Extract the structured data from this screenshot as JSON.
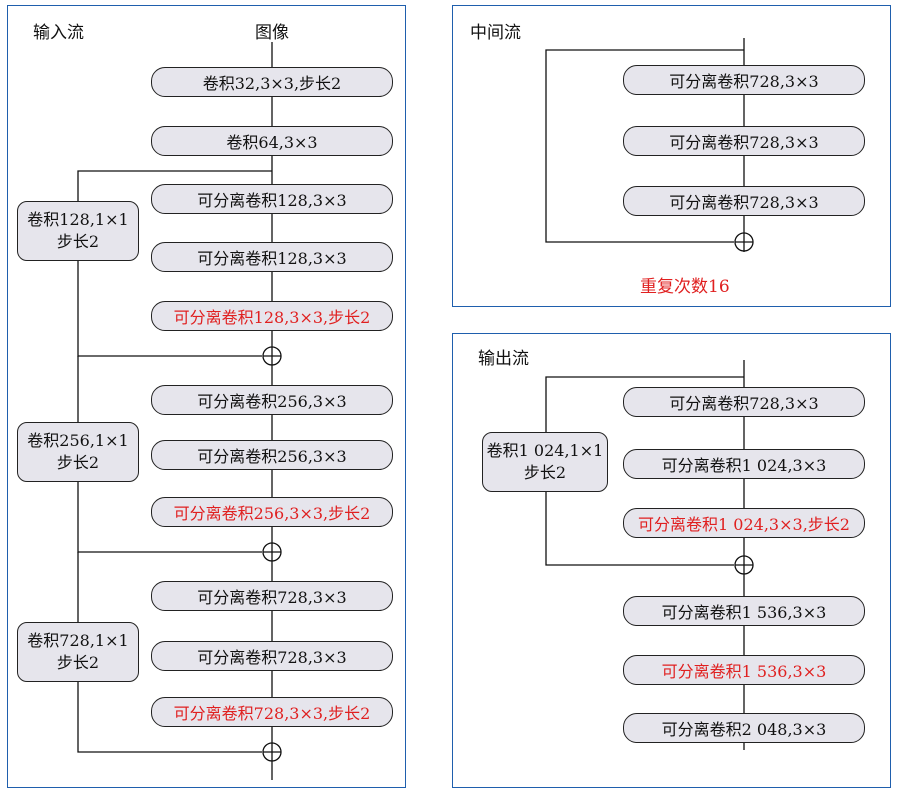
{
  "entry": {
    "title": "输入流",
    "image_label": "图像",
    "boxes": [
      "卷积32,3×3,步长2",
      "卷积64,3×3",
      "可分离卷积128,3×3",
      "可分离卷积128,3×3",
      "可分离卷积128,3×3,步长2",
      "可分离卷积256,3×3",
      "可分离卷积256,3×3",
      "可分离卷积256,3×3,步长2",
      "可分离卷积728,3×3",
      "可分离卷积728,3×3",
      "可分离卷积728,3×3,步长2"
    ],
    "shortcuts": [
      {
        "line1": "卷积128,1×1",
        "line2": "步长2"
      },
      {
        "line1": "卷积256,1×1",
        "line2": "步长2"
      },
      {
        "line1": "卷积728,1×1",
        "line2": "步长2"
      }
    ]
  },
  "middle": {
    "title": "中间流",
    "boxes": [
      "可分离卷积728,3×3",
      "可分离卷积728,3×3",
      "可分离卷积728,3×3"
    ],
    "repeat_note": "重复次数16"
  },
  "exit": {
    "title": "输出流",
    "boxes": [
      "可分离卷积728,3×3",
      "可分离卷积1 024,3×3",
      "可分离卷积1 024,3×3,步长2",
      "可分离卷积1 536,3×3",
      "可分离卷积1 536,3×3",
      "可分离卷积2 048,3×3"
    ],
    "shortcut": {
      "line1": "卷积1 024,1×1",
      "line2": "步长2"
    }
  },
  "colors": {
    "panel_border": "#1f5fad",
    "highlight_text": "#e02020",
    "box_fill": "#e6e5ec"
  }
}
